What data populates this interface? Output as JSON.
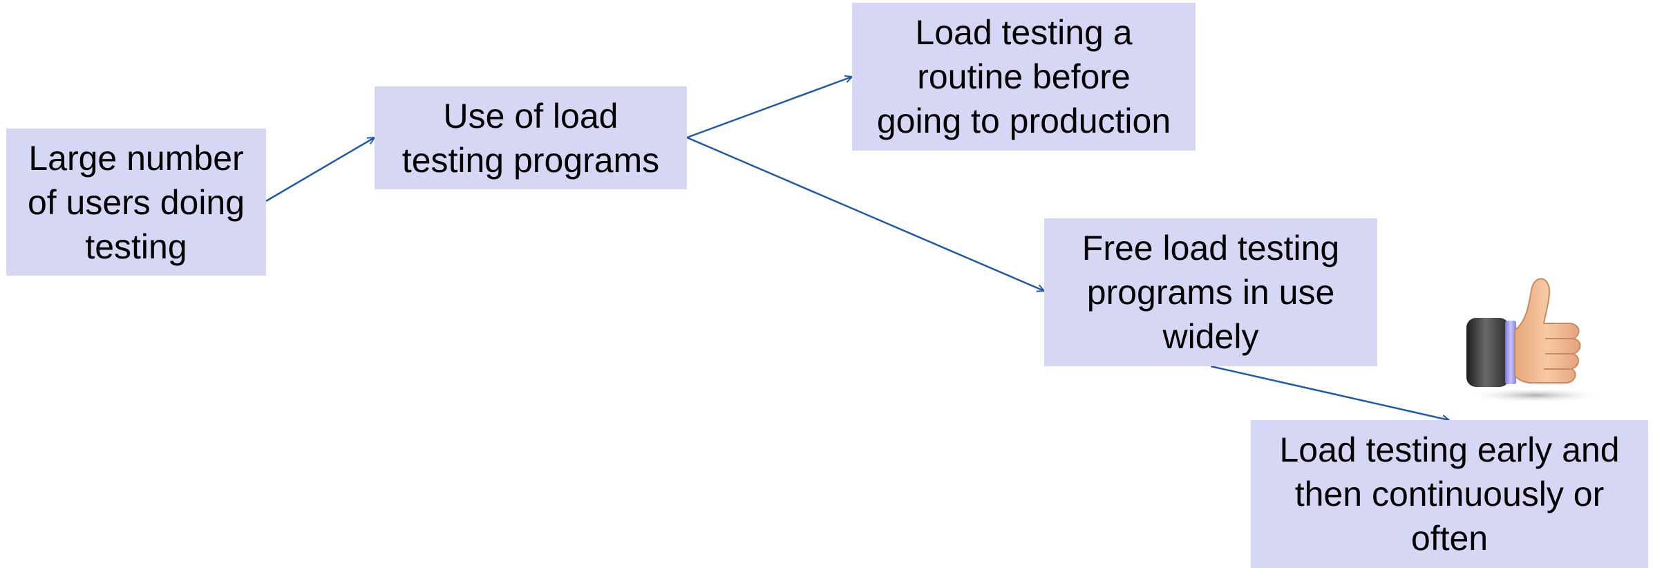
{
  "diagram": {
    "nodes": [
      {
        "id": "n1",
        "lines": [
          "Large number",
          "of users doing",
          "testing"
        ]
      },
      {
        "id": "n2",
        "lines": [
          "Use of load",
          "testing programs"
        ]
      },
      {
        "id": "n3",
        "lines": [
          "Load testing a",
          "routine before",
          "going to production"
        ]
      },
      {
        "id": "n4",
        "lines": [
          "Free load testing",
          "programs in use",
          "widely"
        ]
      },
      {
        "id": "n5",
        "lines": [
          "Load testing early and",
          "then continuously or",
          "often"
        ]
      }
    ],
    "edges": [
      {
        "from": "n1",
        "to": "n2"
      },
      {
        "from": "n2",
        "to": "n3"
      },
      {
        "from": "n2",
        "to": "n4"
      },
      {
        "from": "n4",
        "to": "n5"
      }
    ],
    "colors": {
      "box_fill": "#d6d6f5",
      "text": "#000000",
      "arrow": "#1f5aa6"
    },
    "icons": [
      "thumbs-up-icon"
    ]
  }
}
